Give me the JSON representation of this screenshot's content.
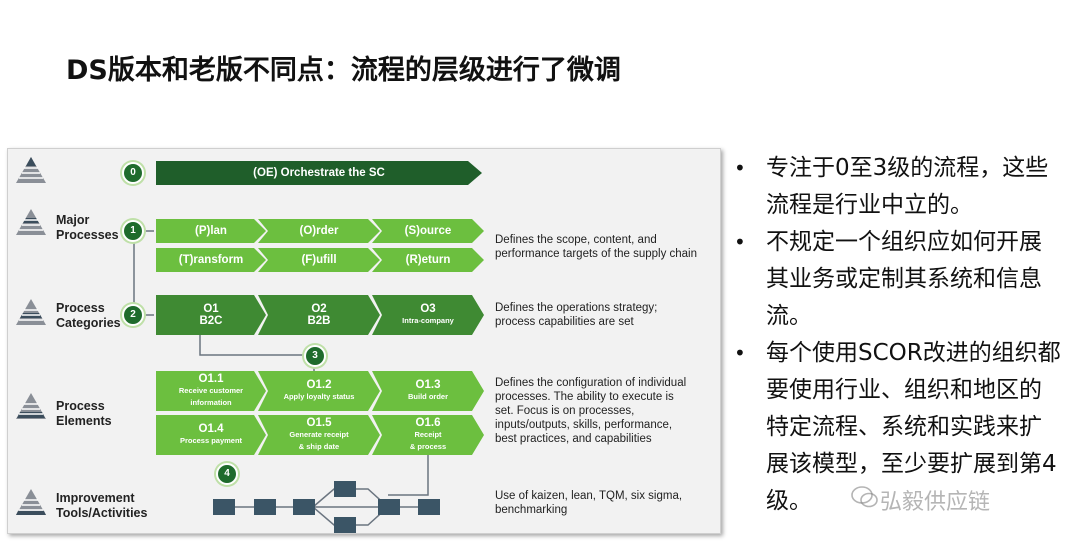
{
  "page_title": "DS版本和老版不同点：流程的层级进行了微调",
  "levels": [
    {
      "label": "Major\nProcesses"
    },
    {
      "label": "Process\nCategories"
    },
    {
      "label": "Process\nElements"
    },
    {
      "label": "Improvement\nTools/Activities"
    }
  ],
  "circles": [
    "0",
    "1",
    "2",
    "3",
    "4"
  ],
  "orchestrate": "(OE) Orchestrate the SC",
  "major": [
    "(P)lan",
    "(O)rder",
    "(S)ource",
    "(T)ransform",
    "(F)ufill",
    "(R)eturn"
  ],
  "categories": [
    {
      "code": "O1",
      "name": "B2C"
    },
    {
      "code": "O2",
      "name": "B2B"
    },
    {
      "code": "O3",
      "name": "Intra-company"
    }
  ],
  "elements": [
    {
      "code": "O1.1",
      "name": "Receive customer\ninformation"
    },
    {
      "code": "O1.2",
      "name": "Apply loyalty status"
    },
    {
      "code": "O1.3",
      "name": "Build order"
    },
    {
      "code": "O1.4",
      "name": "Process payment"
    },
    {
      "code": "O1.5",
      "name": "Generate receipt\n& ship date"
    },
    {
      "code": "O1.6",
      "name": "Receipt\n& process"
    }
  ],
  "descriptions": [
    "Defines the scope, content, and\nperformance targets of the supply chain",
    "Defines the operations strategy;\nprocess capabilities are set",
    "Defines the configuration of individual\nprocesses. The ability to execute is\nset. Focus is on processes,\ninputs/outputs, skills, performance,\nbest practices, and capabilities",
    "Use of kaizen, lean, TQM, six sigma,\nbenchmarking"
  ],
  "bullets": [
    "专注于0至3级的流程，这些流程是行业中立的。",
    "不规定一个组织应如何开展其业务或定制其系统和信息流。",
    "每个使用SCOR改进的组织都要使用行业、组织和地区的特定流程、系统和实践来扩展该模型，至少要扩展到第4级。"
  ],
  "watermark": "弘毅供应链",
  "colors": {
    "dark_green": "#1f6b2c",
    "light_green": "#6cbf3f",
    "mid_green": "#3f8a33"
  }
}
